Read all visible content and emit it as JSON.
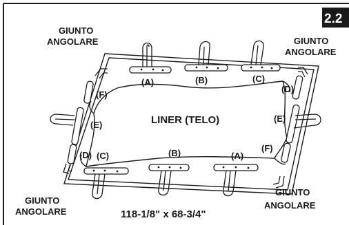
{
  "step_badge": "2.2",
  "corner_labels": {
    "top_left": [
      "GIUNTO",
      "ANGOLARE"
    ],
    "top_right": [
      "GIUNTO",
      "ANGOLARE"
    ],
    "bottom_left": [
      "GIUNTO",
      "ANGOLARE"
    ],
    "bottom_right": [
      "GIUNTO",
      "ANGOLARE"
    ]
  },
  "liner_label": "LINER (TELO)",
  "part_labels": {
    "top_a": "(A)",
    "top_b": "(B)",
    "top_c": "(C)",
    "right_d": "(D)",
    "right_e": "(E)",
    "right_f": "(F)",
    "left_f": "(F)",
    "left_e": "(E)",
    "left_d": "(D)",
    "bottom_c": "(C)",
    "bottom_b": "(B)",
    "bottom_a": "(A)"
  },
  "dimensions": "118-1/8\" x 68-3/4\""
}
